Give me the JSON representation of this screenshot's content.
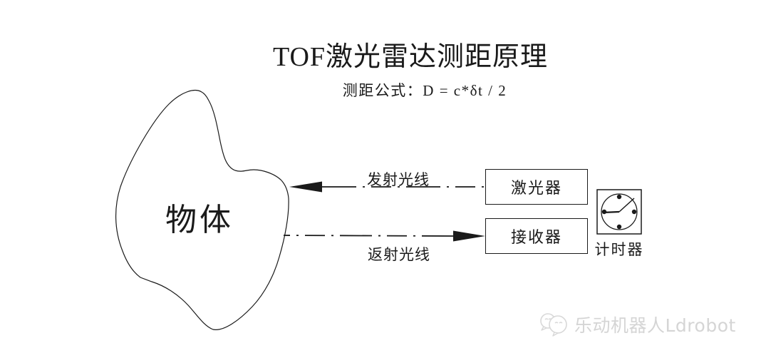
{
  "diagram": {
    "title": "TOF激光雷达测距原理",
    "formula": "测距公式：D = c*δt / 2",
    "object_label": "物体",
    "emitted_ray_label": "发射光线",
    "returned_ray_label": "返射光线",
    "laser_label": "激光器",
    "receiver_label": "接收器",
    "timer_label": "计时器"
  },
  "watermark": {
    "text": "乐动机器人Ldrobot"
  },
  "colors": {
    "line": "#1a1a1a",
    "background": "#ffffff",
    "watermark": "#d5d5d5"
  }
}
